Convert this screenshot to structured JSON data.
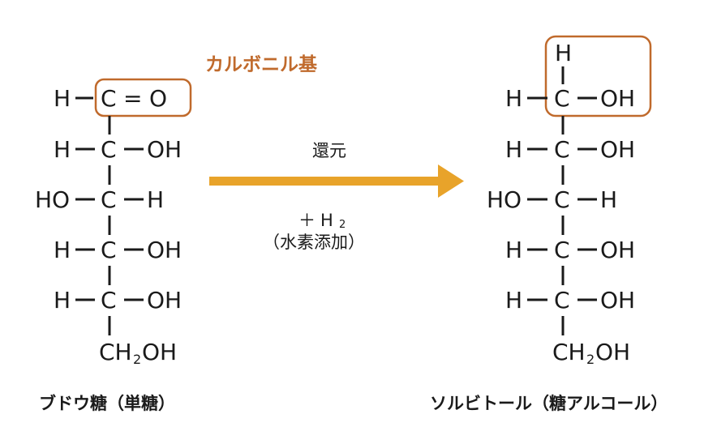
{
  "colors": {
    "ink": "#1a1a1a",
    "highlight": "#c06a2c",
    "arrow": "#e8a32a"
  },
  "glucose": {
    "top_row": {
      "left": "H",
      "center": "C",
      "right": "O",
      "bond_right": "="
    },
    "rows": [
      {
        "left": "H",
        "center": "C",
        "right": "OH"
      },
      {
        "left": "HO",
        "center": "C",
        "right": "H"
      },
      {
        "left": "H",
        "center": "C",
        "right": "OH"
      },
      {
        "left": "H",
        "center": "C",
        "right": "OH"
      }
    ],
    "bottom": {
      "ch": "CH",
      "sub": "2",
      "oh": "OH"
    },
    "caption": "ブドウ糖（単糖）",
    "group_label": "カルボニル基"
  },
  "reaction": {
    "label_top": "還元",
    "reagent_plus": "＋",
    "reagent_h": "H",
    "reagent_sub": "2",
    "reagent_note": "（水素添加）"
  },
  "sorbitol": {
    "top_h": "H",
    "top_row": {
      "left": "H",
      "center": "C",
      "right": "OH"
    },
    "rows": [
      {
        "left": "H",
        "center": "C",
        "right": "OH"
      },
      {
        "left": "HO",
        "center": "C",
        "right": "H"
      },
      {
        "left": "H",
        "center": "C",
        "right": "OH"
      },
      {
        "left": "H",
        "center": "C",
        "right": "OH"
      }
    ],
    "bottom": {
      "ch": "CH",
      "sub": "2",
      "oh": "OH"
    },
    "caption": "ソルビトール（糖アルコール）"
  }
}
